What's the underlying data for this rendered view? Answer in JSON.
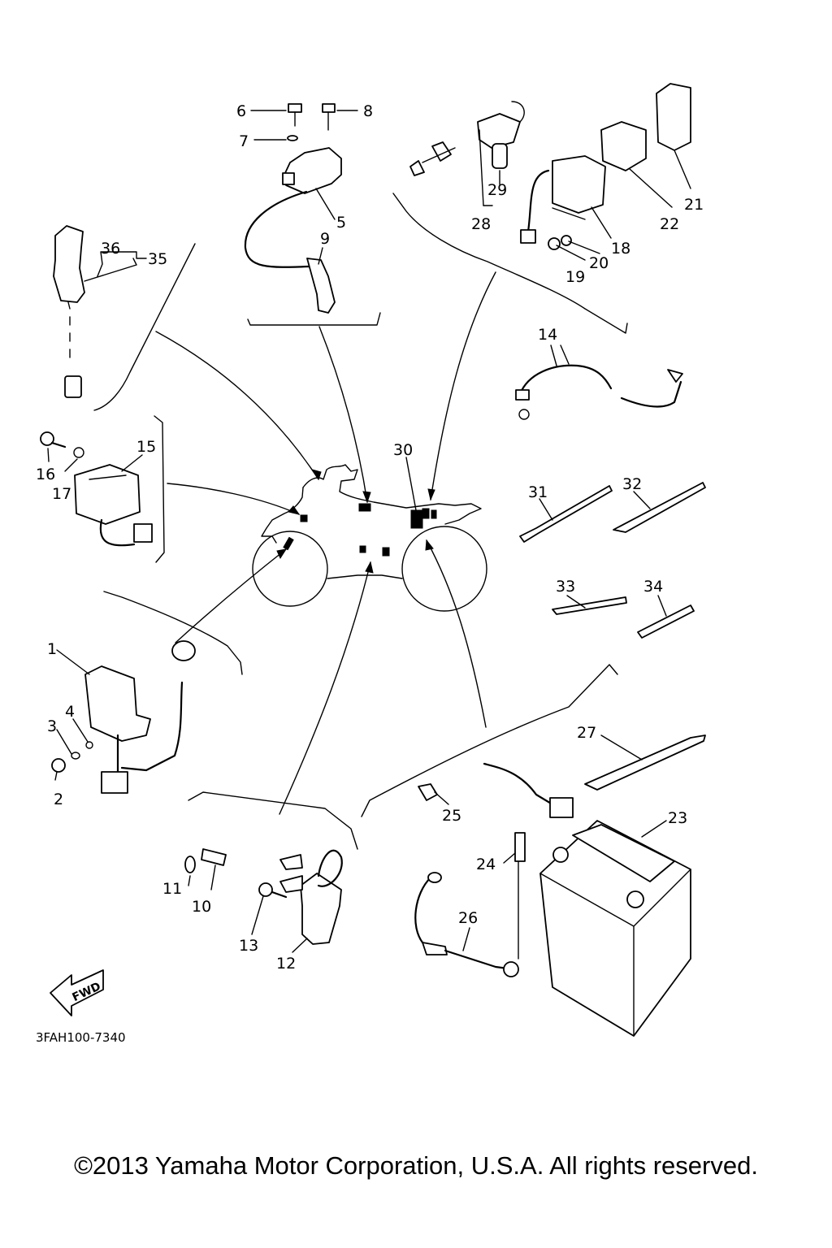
{
  "diagram": {
    "callouts": [
      {
        "id": "c1",
        "text": "1"
      },
      {
        "id": "c2",
        "text": "2"
      },
      {
        "id": "c3",
        "text": "3"
      },
      {
        "id": "c4",
        "text": "4"
      },
      {
        "id": "c5",
        "text": "5"
      },
      {
        "id": "c6",
        "text": "6"
      },
      {
        "id": "c7",
        "text": "7"
      },
      {
        "id": "c8",
        "text": "8"
      },
      {
        "id": "c9",
        "text": "9"
      },
      {
        "id": "c10",
        "text": "10"
      },
      {
        "id": "c11",
        "text": "11"
      },
      {
        "id": "c12",
        "text": "12"
      },
      {
        "id": "c13",
        "text": "13"
      },
      {
        "id": "c14",
        "text": "14"
      },
      {
        "id": "c15",
        "text": "15"
      },
      {
        "id": "c16",
        "text": "16"
      },
      {
        "id": "c17",
        "text": "17"
      },
      {
        "id": "c18",
        "text": "18"
      },
      {
        "id": "c19",
        "text": "19"
      },
      {
        "id": "c20",
        "text": "20"
      },
      {
        "id": "c21",
        "text": "21"
      },
      {
        "id": "c22",
        "text": "22"
      },
      {
        "id": "c23",
        "text": "23"
      },
      {
        "id": "c24",
        "text": "24"
      },
      {
        "id": "c25",
        "text": "25"
      },
      {
        "id": "c26",
        "text": "26"
      },
      {
        "id": "c27",
        "text": "27"
      },
      {
        "id": "c28",
        "text": "28"
      },
      {
        "id": "c29",
        "text": "29"
      },
      {
        "id": "c30",
        "text": "30"
      },
      {
        "id": "c31",
        "text": "31"
      },
      {
        "id": "c32",
        "text": "32"
      },
      {
        "id": "c33",
        "text": "33"
      },
      {
        "id": "c34",
        "text": "34"
      },
      {
        "id": "c35",
        "text": "35"
      },
      {
        "id": "c36",
        "text": "36"
      }
    ],
    "fwd_label": "FWD",
    "drawing_code": "3FAH100-7340"
  },
  "footer": {
    "copyright": "©2013 Yamaha Motor Corporation, U.S.A. All rights reserved."
  }
}
